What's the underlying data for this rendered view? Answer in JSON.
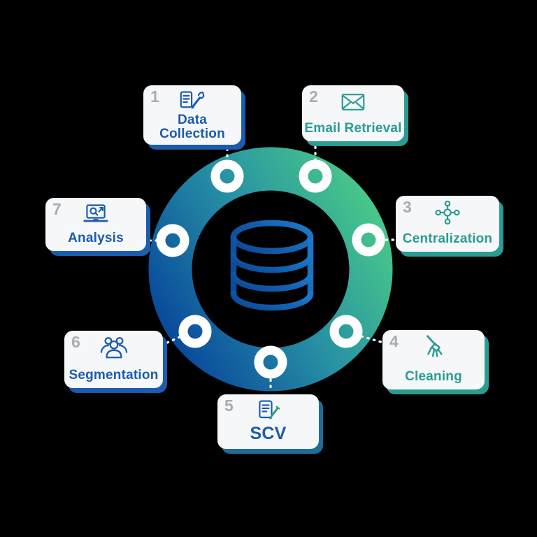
{
  "diagram_type": "circular-process",
  "center": {
    "icon": "database-icon"
  },
  "steps": [
    {
      "number": "1",
      "label": "Data Collection",
      "icon": "document-pen-icon",
      "accent": "#1b5cad"
    },
    {
      "number": "2",
      "label": "Email Retrieval",
      "icon": "envelope-icon",
      "accent": "#2a9c92"
    },
    {
      "number": "3",
      "label": "Centralization",
      "icon": "hub-network-icon",
      "accent": "#2a9c92"
    },
    {
      "number": "4",
      "label": "Cleaning",
      "icon": "broom-icon",
      "accent": "#2a9c92"
    },
    {
      "number": "5",
      "label": "SCV",
      "icon": "document-pencil-icon",
      "accent": "#1b5cad"
    },
    {
      "number": "6",
      "label": "Segmentation",
      "icon": "people-group-icon",
      "accent": "#1b5cad"
    },
    {
      "number": "7",
      "label": "Analysis",
      "icon": "laptop-magnifier-icon",
      "accent": "#1b5cad"
    }
  ],
  "colors": {
    "background": "#000000",
    "card_background": "#f6f7f9",
    "step_number_gray": "#a8adb3",
    "blue": "#1b5cad",
    "teal": "#2a9c92",
    "pencil_green": "#2aa37a",
    "ring_gradient": [
      "#0a4c9c",
      "#2792a4",
      "#47c58a"
    ],
    "database_gradient": [
      "#0b4a97",
      "#1a77c8"
    ],
    "node_ring": "#ffffff",
    "connector_dash": "#ffffff",
    "shadow_steel": "#1d6e96"
  }
}
